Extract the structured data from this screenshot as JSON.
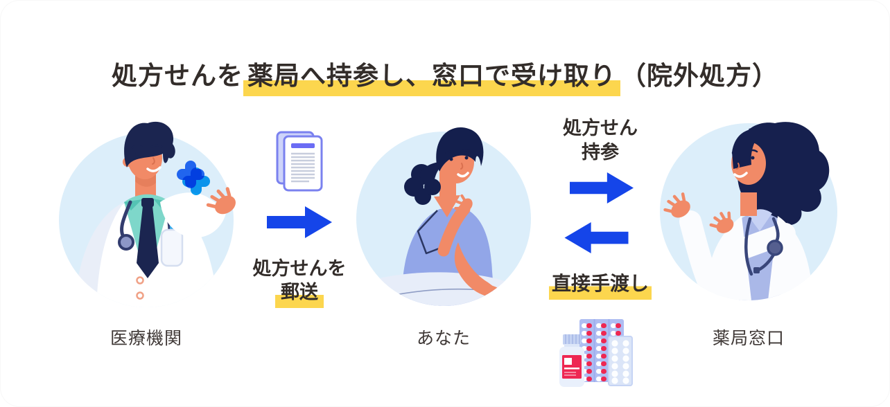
{
  "title": {
    "pre": "処方せんを",
    "highlight": "薬局へ持参し、窓口で受け取り",
    "post": "（院外処方）"
  },
  "figures": [
    {
      "id": "medical-institution",
      "label": "医療機関",
      "illustration": "doctor-illustration",
      "badge_icon": "medical-cross-icon"
    },
    {
      "id": "you",
      "label": "あなた",
      "illustration": "patient-illustration"
    },
    {
      "id": "pharmacy-counter",
      "label": "薬局窓口",
      "illustration": "pharmacist-illustration"
    }
  ],
  "flows": {
    "mail": {
      "line1": "処方せんを",
      "line2": "郵送",
      "icon": "prescription-document-icon",
      "arrow": "right"
    },
    "bring": {
      "line1": "処方せん",
      "line2": "持参",
      "arrow": "right"
    },
    "handover": {
      "label": "直接手渡し",
      "arrow": "left",
      "icon": "medicine-icons"
    }
  },
  "colors": {
    "arrow_blue": "#1545e9",
    "highlight_yellow": "#fcd64e",
    "circle_bg": "#dceefa",
    "text_dark": "#332d2a",
    "label_text": "#3f3836",
    "illustration_red": "#ee2752"
  }
}
